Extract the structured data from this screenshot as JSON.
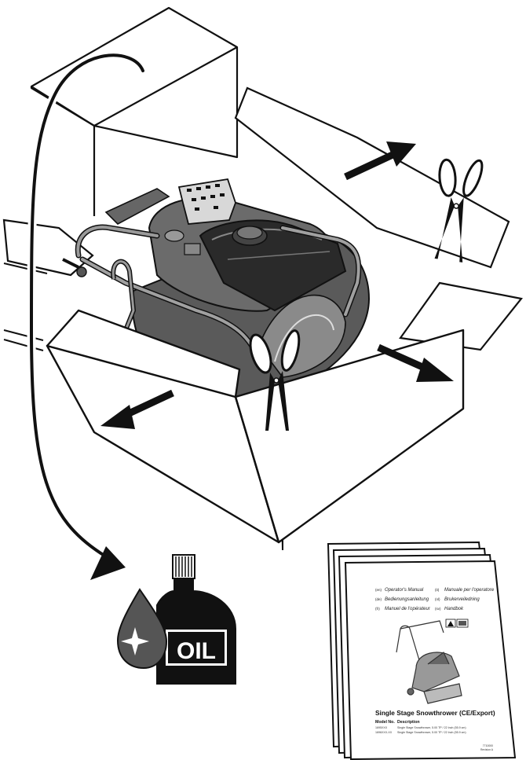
{
  "illustration": {
    "oil_bottle": {
      "label": "OIL"
    },
    "manual": {
      "languages": [
        {
          "code": "en",
          "label": "Operator's Manual"
        },
        {
          "code": "it",
          "label": "Manuale per l'operatore"
        },
        {
          "code": "de",
          "label": "Bedienungsanleitung"
        },
        {
          "code": "nl",
          "label": "Brukerveiledning"
        },
        {
          "code": "fr",
          "label": "Manuel de l'opérateur"
        },
        {
          "code": "sv",
          "label": "Handbok"
        }
      ],
      "title": "Single Stage Snowthrower (CE/Export)",
      "model_header": "Model No.",
      "description_header": "Description",
      "models": [
        {
          "number": "1695XXX",
          "description": "Single Stage Snowthrower, 5.00 TP / 22 Inch (55.9 cm)"
        },
        {
          "number": "1696XXX-XX",
          "description": "Single Stage Snowthrower, 5.00 TP / 22 Inch (55.9 cm)"
        }
      ],
      "doc_number": "7710000",
      "revision": "Revision A"
    }
  }
}
